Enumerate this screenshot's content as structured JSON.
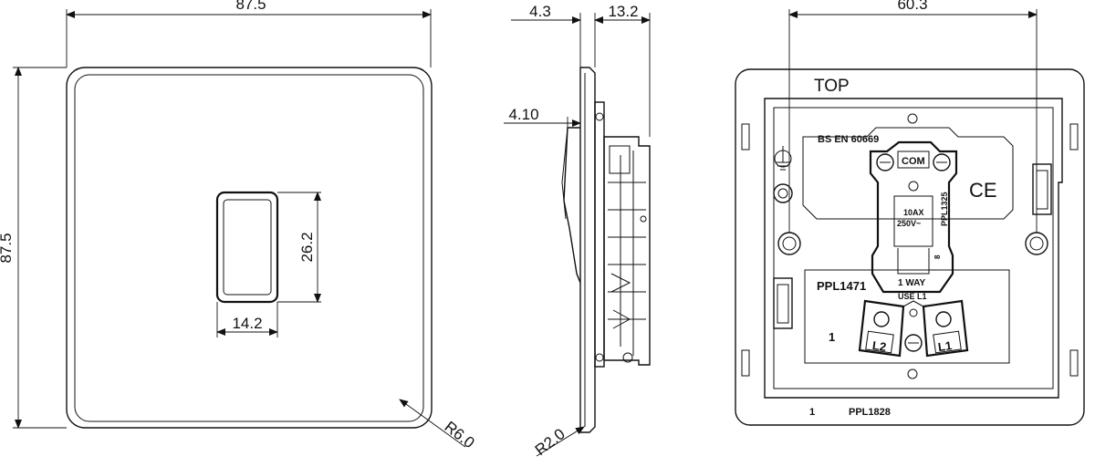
{
  "front_view": {
    "width_dim": "87.5",
    "height_dim": "87.5",
    "rocker_height_dim": "26.2",
    "rocker_width_dim": "14.2",
    "corner_radius_dim": "R6.0"
  },
  "side_view": {
    "plate_thickness_dim": "4.3",
    "depth_dim": "13.2",
    "rocker_offset_dim": "4.10",
    "edge_radius_dim": "R2.0"
  },
  "rear_view": {
    "centres_dim": "60.3",
    "top_label": "TOP",
    "standard_label": "BS EN 60669",
    "com_label": "COM",
    "rating_current": "10AX",
    "rating_voltage": "250V~",
    "ce_mark": "CE",
    "mech_part": "PPL1325",
    "mech_small": "8",
    "way_label": "1 WAY",
    "use_label": "USE L1",
    "module_part": "PPL1471",
    "module_number": "1",
    "terminal_l2": "L2",
    "terminal_l1": "L1",
    "plate_number": "1",
    "plate_part": "PPL1828"
  }
}
